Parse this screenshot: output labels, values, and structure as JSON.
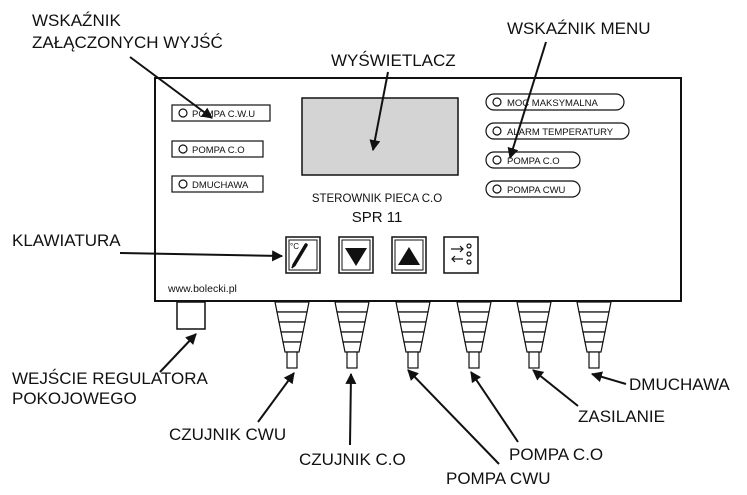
{
  "callouts": {
    "indicator_outputs": [
      "WSKAŹNIK",
      "ZAŁĄCZONYCH WYJŚĆ"
    ],
    "display": "WYŚWIETLACZ",
    "indicator_menu": "WSKAŹNIK MENU",
    "keyboard": "KLAWIATURA",
    "room_regulator_input": [
      "WEJŚCIE REGULATORA",
      "POKOJOWEGO"
    ],
    "sensor_cwu": "CZUJNIK CWU",
    "sensor_co": "CZUJNIK C.O",
    "pump_cwu": "POMPA CWU",
    "pump_co": "POMPA C.O",
    "power": "ZASILANIE",
    "blower": "DMUCHAWA"
  },
  "panel": {
    "output_indicators": [
      "POMPA C.W.U",
      "POMPA C.O",
      "DMUCHAWA"
    ],
    "menu_indicators": [
      "MOC MAKSYMALNA",
      "ALARM TEMPERATURY",
      "POMPA C.O",
      "POMPA CWU"
    ],
    "device_name": "STEROWNIK PIECA C.O",
    "model": "SPR 11",
    "website": "www.bolecki.pl",
    "temp_key_glyph": "°C"
  },
  "icons": {
    "key1": "temperature-edit-icon",
    "key2": "arrow-down-icon",
    "key3": "arrow-up-icon",
    "key4": "menu-switch-icon"
  }
}
